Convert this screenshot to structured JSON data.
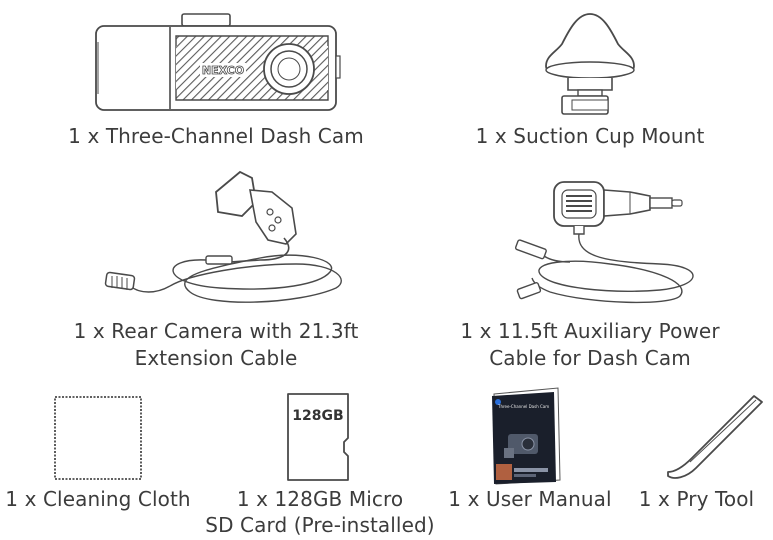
{
  "items": {
    "dashcam": {
      "caption": "1 x Three-Channel Dash Cam",
      "logo": "NEXCO",
      "icon": "dash-cam-icon"
    },
    "suction": {
      "caption": "1 x Suction Cup Mount",
      "icon": "suction-cup-mount-icon"
    },
    "rearcam": {
      "caption_line1": "1 x Rear Camera with 21.3ft",
      "caption_line2": "Extension Cable",
      "icon": "rear-camera-cable-icon"
    },
    "power": {
      "caption_line1": "1 x 11.5ft Auxiliary Power",
      "caption_line2": "Cable for Dash Cam",
      "icon": "power-cable-icon"
    },
    "cloth": {
      "caption": "1 x Cleaning Cloth",
      "icon": "cleaning-cloth-icon"
    },
    "sdcard": {
      "caption_line1": "1 x 128GB Micro",
      "caption_line2": "SD Card (Pre-installed)",
      "card_label": "128GB",
      "icon": "micro-sd-card-icon"
    },
    "manual": {
      "caption": "1 x User Manual",
      "cover_title": "Three-Channel Dash Cam",
      "icon": "user-manual-icon"
    },
    "prytool": {
      "caption": "1 x Pry Tool",
      "icon": "pry-tool-icon"
    }
  },
  "colors": {
    "line": "#4a4a4a",
    "text": "#3c3c3c",
    "manual_dark": "#1a1f2b",
    "manual_accent": "#2a6fdb"
  }
}
